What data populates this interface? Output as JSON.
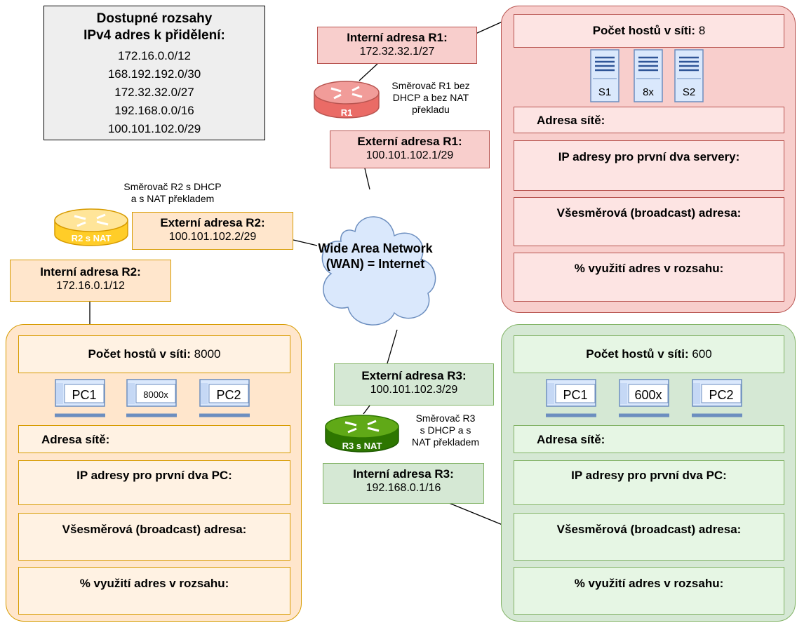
{
  "ranges": {
    "title_line1": "Dostupné rozsahy",
    "title_line2": "IPv4 adres k přidělení:",
    "items": [
      "172.16.0.0/12",
      "168.192.192.0/30",
      "172.32.32.0/27",
      "192.168.0.0/16",
      "100.101.102.0/29"
    ]
  },
  "wan": {
    "line1": "Wide Area Network",
    "line2": "(WAN) = Internet"
  },
  "r1": {
    "router_label": "R1",
    "internal_title": "Interní adresa R1:",
    "internal_value": "172.32.32.1/27",
    "external_title": "Externí adresa R1:",
    "external_value": "100.101.102.1/29",
    "desc_line1": "Směrovač R1 bez",
    "desc_line2": "DHCP a bez NAT",
    "desc_line3": "překladu"
  },
  "r2": {
    "router_label": "R2 s NAT",
    "desc_line1": "Směrovač R2 s DHCP",
    "desc_line2": "a s NAT překladem",
    "external_title": "Externí adresa R2:",
    "external_value": "100.101.102.2/29",
    "internal_title": "Interní adresa R2:",
    "internal_value": "172.16.0.1/12"
  },
  "r3": {
    "router_label": "R3 s NAT",
    "desc_line1": "Směrovač R3",
    "desc_line2": "s DHCP a s",
    "desc_line3": "NAT překladem",
    "external_title": "Externí adresa R3:",
    "external_value": "100.101.102.3/29",
    "internal_title": "Interní adresa R3:",
    "internal_value": "192.168.0.1/16"
  },
  "net_servers": {
    "hosts_label": "Počet hostů v síti:",
    "hosts_value": "8",
    "devices": [
      "S1",
      "8x",
      "S2"
    ],
    "network_address_label": "Adresa sítě:",
    "first_two_label": "IP adresy pro první dva servery:",
    "broadcast_label": "Všesměrová (broadcast) adresa:",
    "usage_label": "% využití adres v rozsahu:"
  },
  "net_r2": {
    "hosts_label": "Počet hostů v síti:",
    "hosts_value": "8000",
    "devices": [
      "PC1",
      "8000x",
      "PC2"
    ],
    "network_address_label": "Adresa sítě:",
    "first_two_label": "IP adresy pro první dva PC:",
    "broadcast_label": "Všesměrová (broadcast) adresa:",
    "usage_label": "% využití adres v rozsahu:"
  },
  "net_r3": {
    "hosts_label": "Počet hostů v síti:",
    "hosts_value": "600",
    "devices": [
      "PC1",
      "600x",
      "PC2"
    ],
    "network_address_label": "Adresa sítě:",
    "first_two_label": "IP adresy pro první dva PC:",
    "broadcast_label": "Všesměrová (broadcast) adresa:",
    "usage_label": "% využití adres v rozsahu:"
  },
  "colors": {
    "red_fill": "#f8cecc",
    "red_stroke": "#b85450",
    "red_row": "#fde4e3",
    "orange_fill": "#ffe6cc",
    "orange_stroke": "#d79b00",
    "orange_row": "#fff2e3",
    "green_fill": "#d5e8d4",
    "green_stroke": "#82b366",
    "green_row": "#e6f6e4",
    "wan_fill": "#dae8fc",
    "wan_stroke": "#6c8ebf",
    "ranges_fill": "#eeeeee"
  }
}
